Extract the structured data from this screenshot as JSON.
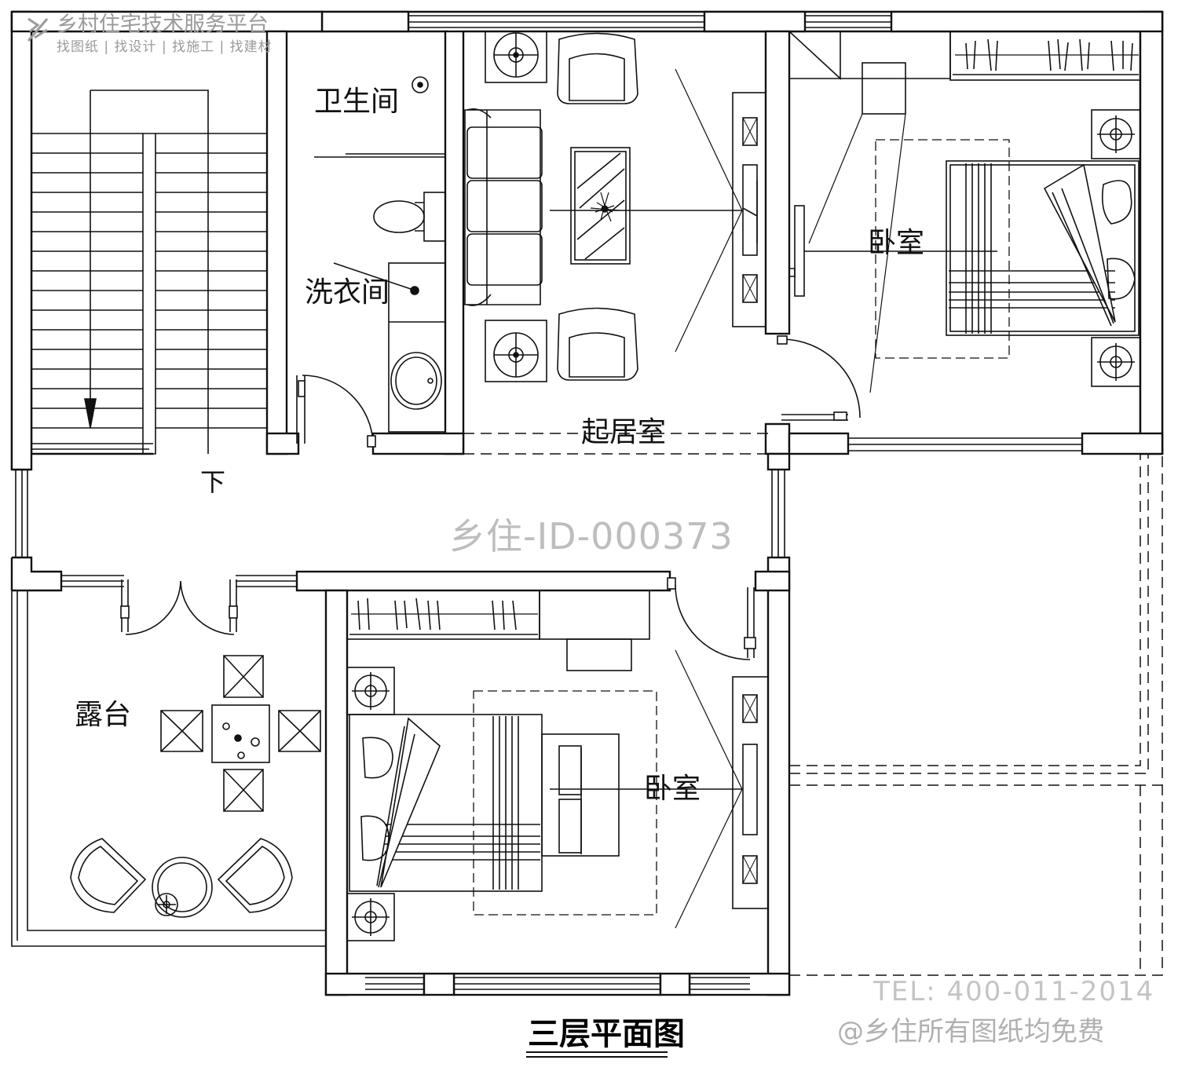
{
  "rooms": {
    "bathroom": "卫生间",
    "laundry": "洗衣间",
    "living_room": "起居室",
    "bedroom_east": "卧室",
    "bedroom_south": "卧室",
    "terrace": "露台",
    "stair_down": "下"
  },
  "drawing_title": "三层平面图",
  "watermarks": {
    "platform_name": "乡村住宅技术服务平台",
    "platform_tagline": "找图纸 | 找设计 | 找施工 | 找建材",
    "id": "乡住-ID-000373",
    "tel": "TEL: 400-011-2014",
    "free_notice": "@乡住所有图纸均免费"
  }
}
